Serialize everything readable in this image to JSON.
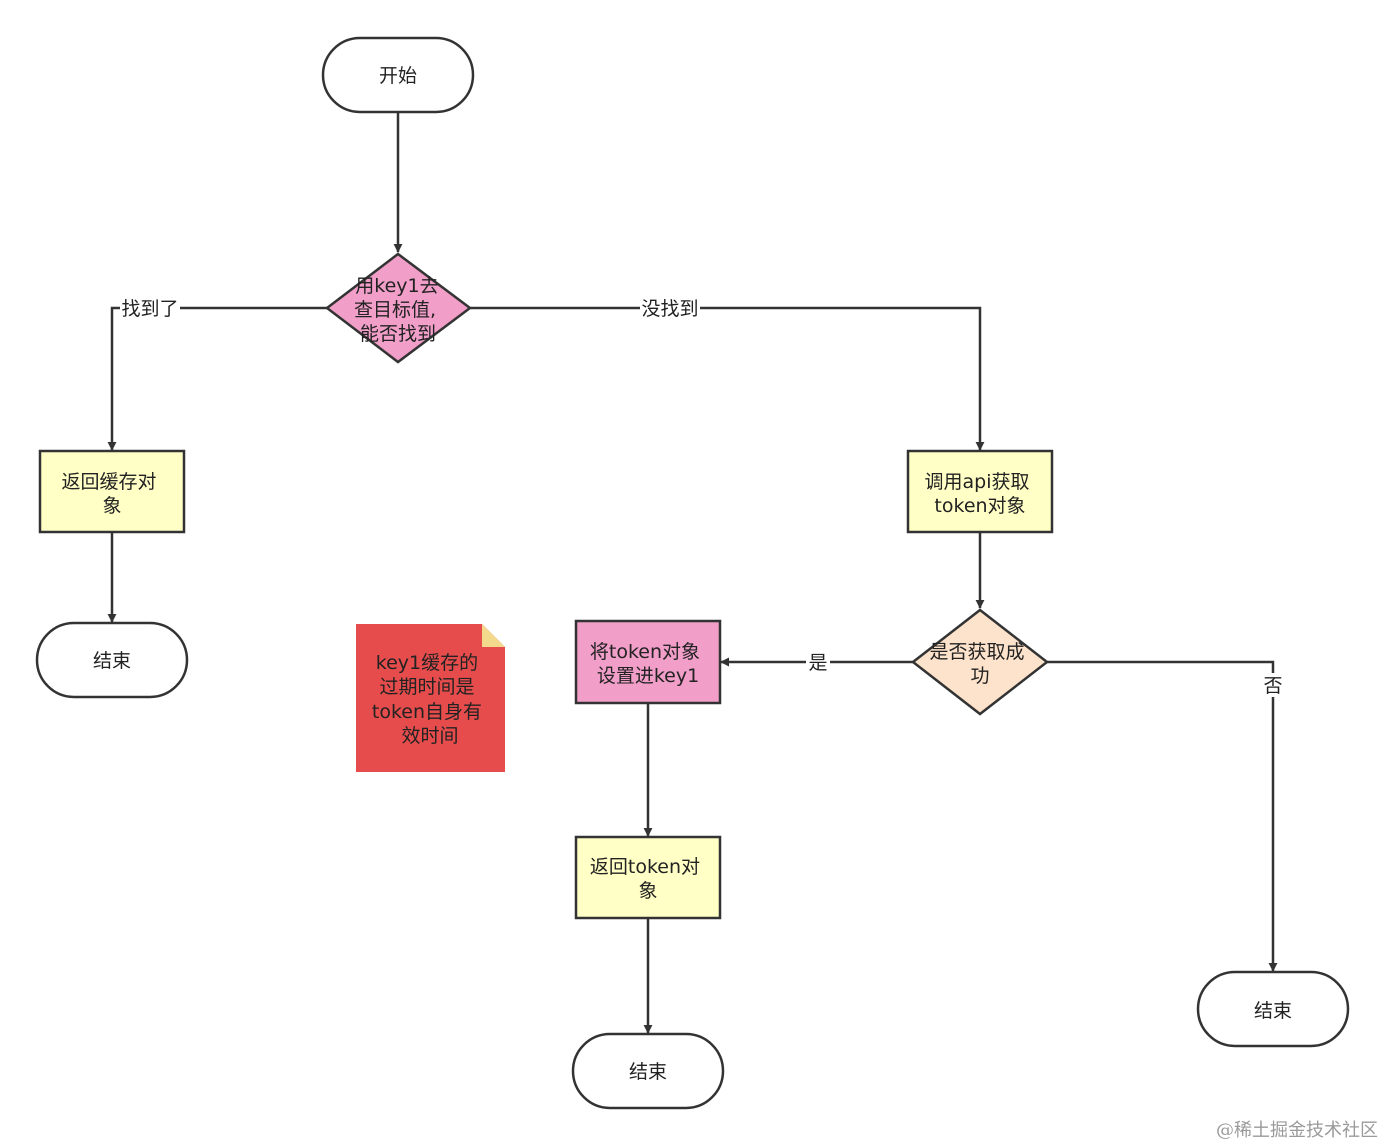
{
  "nodes": {
    "start": {
      "label": "开始",
      "shape": "terminal",
      "fill": "#ffffff"
    },
    "decision_cache": {
      "lines": [
        "用key1去",
        "查目标值,",
        "能否找到"
      ],
      "shape": "diamond",
      "fill": "#f19ec9"
    },
    "return_cache": {
      "lines": [
        "返回缓存对",
        "象"
      ],
      "shape": "process",
      "fill": "#ffffc6"
    },
    "end_left": {
      "label": "结束",
      "shape": "terminal",
      "fill": "#ffffff"
    },
    "call_api": {
      "lines": [
        "调用api获取",
        "token对象"
      ],
      "shape": "process",
      "fill": "#ffffc6"
    },
    "decision_success": {
      "lines": [
        "是否获取成",
        "功"
      ],
      "shape": "diamond",
      "fill": "#fde3cc"
    },
    "set_key": {
      "lines": [
        "将token对象",
        "设置进key1"
      ],
      "shape": "process",
      "fill": "#f19ec9"
    },
    "return_token": {
      "lines": [
        "返回token对",
        "象"
      ],
      "shape": "process",
      "fill": "#ffffc6"
    },
    "end_middle": {
      "label": "结束",
      "shape": "terminal",
      "fill": "#ffffff"
    },
    "end_right": {
      "label": "结束",
      "shape": "terminal",
      "fill": "#ffffff"
    }
  },
  "note": {
    "lines": [
      "key1缓存的",
      "过期时间是",
      "token自身有",
      "效时间"
    ],
    "fill": "#e74c4c"
  },
  "edges": {
    "found": "找到了",
    "not_found": "没找到",
    "yes": "是",
    "no": "否"
  },
  "watermark": "@稀土掘金技术社区",
  "colors": {
    "stroke": "#333333",
    "background": "#ffffff"
  }
}
